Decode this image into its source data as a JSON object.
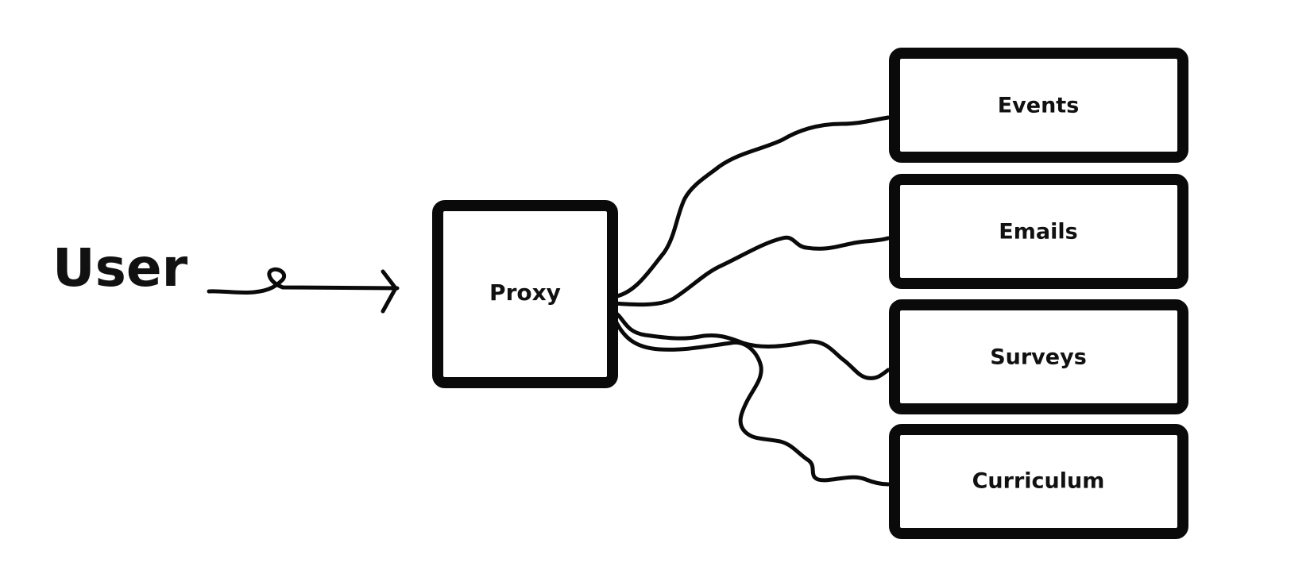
{
  "diagram": {
    "actor": "User",
    "proxy": "Proxy",
    "services": [
      "Events",
      "Emails",
      "Surveys",
      "Curriculum"
    ]
  },
  "colors": {
    "ink": "#0a0a0a",
    "background": "#ffffff"
  }
}
